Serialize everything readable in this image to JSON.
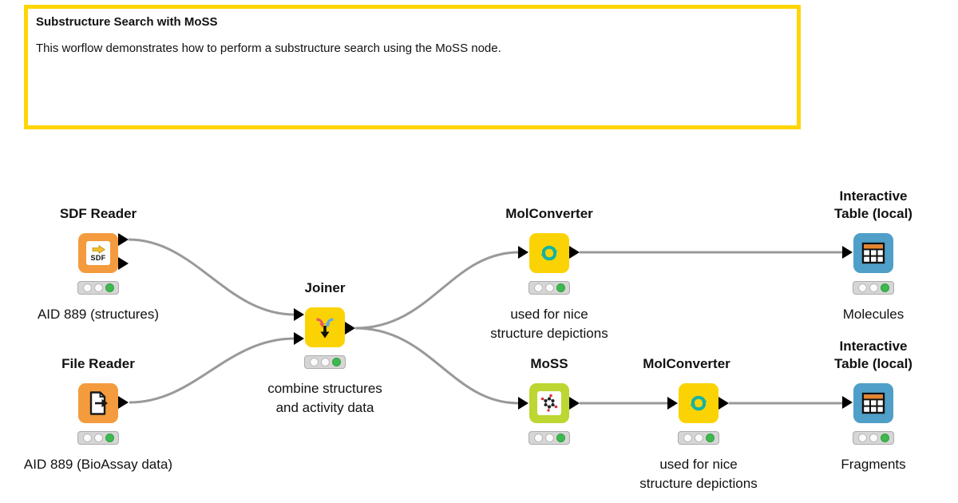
{
  "annotation": {
    "title": "Substructure Search with MoSS",
    "body": "This worflow demonstrates how to perform a substructure search using the MoSS node.",
    "border_color": "#ffd503"
  },
  "colors": {
    "source_node": "#f49b3e",
    "manipulator_node": "#fbd304",
    "learner_node": "#bdd631",
    "view_node": "#4f9fc8",
    "connection": "#999999",
    "port": "#000000",
    "status_green": "#3eb84f",
    "status_off": "#fbfbfb",
    "table_icon_header": "#e8832c"
  },
  "nodes": [
    {
      "id": "sdf-reader",
      "title": "SDF Reader",
      "label": "AID 889 (structures)",
      "icon": "sdf-file-icon",
      "icon_text": "SDF",
      "status": "executed"
    },
    {
      "id": "file-reader",
      "title": "File Reader",
      "label": "AID 889 (BioAssay data)",
      "icon": "file-export-icon",
      "status": "executed"
    },
    {
      "id": "joiner",
      "title": "Joiner",
      "label": "combine structures\nand activity data",
      "icon": "join-arrows-icon",
      "status": "executed"
    },
    {
      "id": "molconverter-1",
      "title": "MolConverter",
      "label": "used for nice\nstructure depictions",
      "icon": "convert-arrows-icon",
      "status": "executed"
    },
    {
      "id": "moss",
      "title": "MoSS",
      "label": "",
      "icon": "molecule-icon",
      "status": "executed"
    },
    {
      "id": "molconverter-2",
      "title": "MolConverter",
      "label": "used for nice\nstructure depictions",
      "icon": "convert-arrows-icon",
      "status": "executed"
    },
    {
      "id": "interactive-table-1",
      "title": "Interactive\nTable (local)",
      "label": "Molecules",
      "icon": "table-icon",
      "status": "executed"
    },
    {
      "id": "interactive-table-2",
      "title": "Interactive\nTable (local)",
      "label": "Fragments",
      "icon": "table-icon",
      "status": "executed"
    }
  ],
  "connections": [
    {
      "from": "sdf-reader",
      "to": "joiner",
      "to_port": 1
    },
    {
      "from": "file-reader",
      "to": "joiner",
      "to_port": 2
    },
    {
      "from": "joiner",
      "to": "molconverter-1"
    },
    {
      "from": "joiner",
      "to": "moss"
    },
    {
      "from": "molconverter-1",
      "to": "interactive-table-1"
    },
    {
      "from": "moss",
      "to": "molconverter-2"
    },
    {
      "from": "molconverter-2",
      "to": "interactive-table-2"
    }
  ]
}
